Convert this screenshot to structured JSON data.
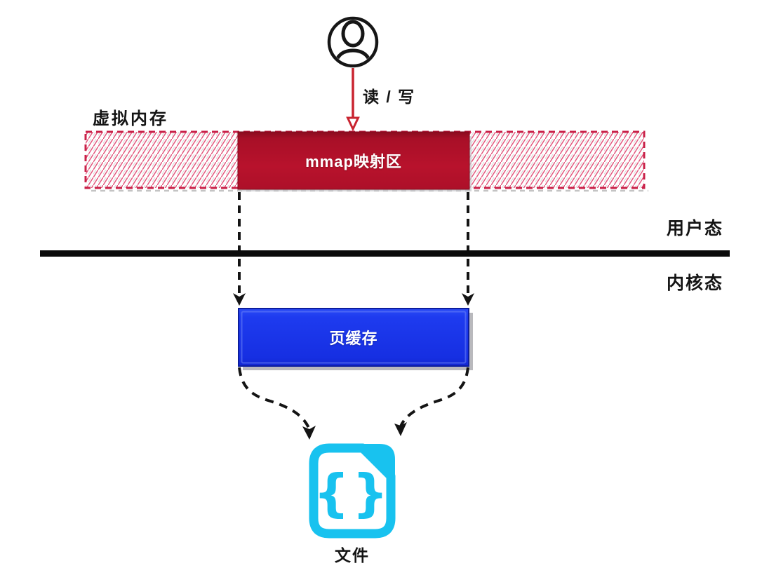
{
  "diagram": {
    "actor": {
      "icon": "user-icon",
      "action_label": "读 / 写"
    },
    "virtual_memory": {
      "label": "虚拟内存",
      "mmap_label": "mmap映射区"
    },
    "modes": {
      "user_label": "用户态",
      "kernel_label": "内核态"
    },
    "kernel": {
      "page_cache_label": "页缓存"
    },
    "file": {
      "label": "文件",
      "glyph": "{}"
    },
    "colors": {
      "mmap_red": "#b8122c",
      "hatch_pink": "#e2567c",
      "bar_border_crimson": "#c92148",
      "page_cache_blue": "#1c39ee",
      "file_cyan": "#18c2ef",
      "arrow_red": "#c92430",
      "line_black": "#141414"
    }
  }
}
